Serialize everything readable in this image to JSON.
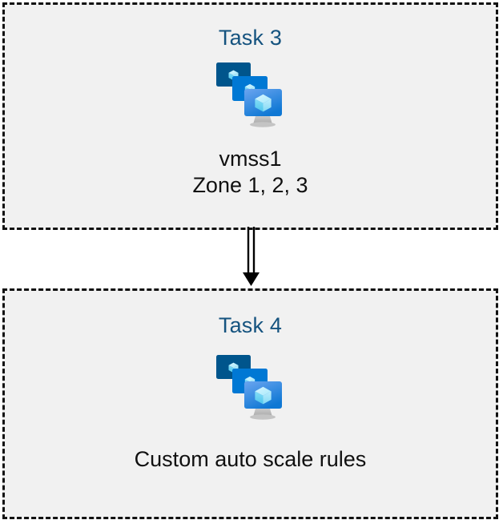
{
  "diagram": {
    "background_color": "#FFFFFF",
    "box_fill_color": "#F1F1F1",
    "box_border_color": "#111111",
    "box_border_style": "dashed",
    "title_color": "#15537F",
    "caption_color": "#101010",
    "connector_color": "#000000",
    "icon": {
      "name": "azure-virtual-machine-scale-set-icon",
      "description": "Three stacked monitors with cube glyphs and a grey stand",
      "back_monitor_color": "#00558C",
      "middle_monitor_color": "#0078D4",
      "front_monitor_gradient_from": "#5EA0EF",
      "front_monitor_gradient_to": "#0F7BD8",
      "cube_color": "#9CEBFF",
      "stand_color": "#B3B3B3"
    }
  },
  "boxes": [
    {
      "id": "task3",
      "title": "Task 3",
      "icon_name": "azure-virtual-machine-scale-set-icon",
      "captions": [
        "vmss1",
        "Zone 1, 2, 3"
      ]
    },
    {
      "id": "task4",
      "title": "Task 4",
      "icon_name": "azure-virtual-machine-scale-set-icon",
      "captions": [
        "Custom auto scale rules"
      ]
    }
  ],
  "connector": {
    "name": "task3-to-task4-arrow",
    "style": "double-line-with-solid-arrowhead",
    "direction": "down",
    "from": "task3",
    "to": "task4"
  }
}
